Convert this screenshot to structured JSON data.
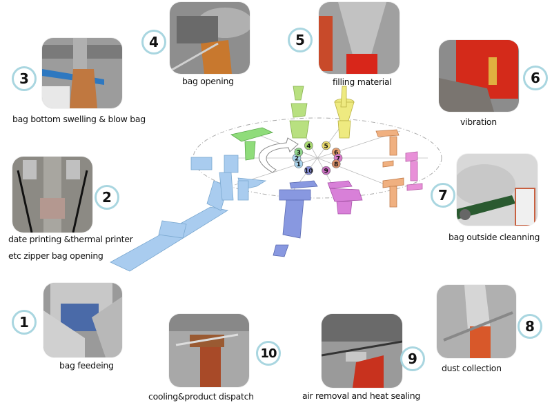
{
  "title": "Rotary premade pouch packing machine workflow",
  "steps": [
    {
      "number": "1",
      "label": "bag feedeing"
    },
    {
      "number": "2",
      "label": "date printing &thermal printer",
      "label2": "etc zipper bag opening"
    },
    {
      "number": "3",
      "label": "bag bottom swelling & blow bag"
    },
    {
      "number": "4",
      "label": "bag opening"
    },
    {
      "number": "5",
      "label": "filling material"
    },
    {
      "number": "6",
      "label": "vibration"
    },
    {
      "number": "7",
      "label": "bag outside cleanning"
    },
    {
      "number": "8",
      "label": "dust collection"
    },
    {
      "number": "9",
      "label": "air removal and heat sealing"
    },
    {
      "number": "10",
      "label": "cooling&product dispatch"
    }
  ],
  "wheel": {
    "stations": [
      "1",
      "2",
      "3",
      "4",
      "5",
      "6",
      "7",
      "8",
      "9",
      "10"
    ],
    "station_colors": [
      "#a9d3ec",
      "#a9d3ec",
      "#8fd48a",
      "#a8d870",
      "#e8d86a",
      "#e8a070",
      "#d878c8",
      "#d8906a",
      "#c870c0",
      "#8890d8"
    ]
  },
  "colors": {
    "badge_ring": "#a9d6e0",
    "feeder": "#a9ccef",
    "green": "#8fdc7a",
    "lime": "#b8e080",
    "yellow": "#eeea80",
    "orange": "#f0b080",
    "pink": "#e890d8",
    "purple": "#c878d0",
    "blue": "#8090e0"
  }
}
